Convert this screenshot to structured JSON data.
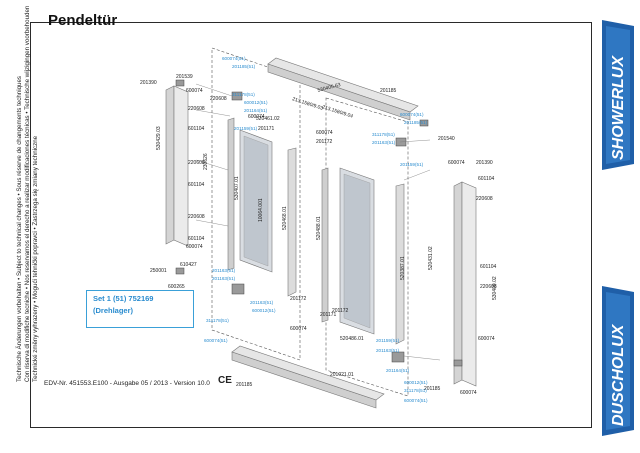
{
  "title": "Pendeltür",
  "notes": [
    "Technische Änderungen vorbehalten • Subject to technical changes • Sous réserve de changements techniques",
    "Con riserva di modifiche tecniche • Nos reservamos el derecho a realizar modificaciones técnicas • Technische wijzigingen voorbehouden",
    "Technické změny vyhrazeny • Mogući tehnički popravci • Zastrzega się zmiany techniczne"
  ],
  "set": {
    "line1": "Set 1 (51) 752169",
    "line2": "(Drehlager)"
  },
  "footer": "EDV-Nr. 451553.E100 - Ausgabe 05 / 2013 - Version 10.0",
  "ce_mark": "CE",
  "brands": {
    "top": "SHOWERLUX",
    "bottom": "DUSCHOLUX"
  },
  "colors": {
    "accent_blue": "#2a8ccf",
    "brand_blue": "#1f5fa8"
  },
  "parts_black": [
    "201390",
    "201539",
    "600074",
    "220608",
    "601104",
    "230626",
    "530429.03",
    "220608",
    "601104",
    "220608",
    "601104",
    "600074",
    "610427",
    "250001",
    "600265",
    "220608",
    "600074",
    "201171",
    "530405.63",
    "213.1580/9.03",
    "213.1580/9.04",
    "201185",
    "600074",
    "201172",
    "520461.02",
    "10064.001",
    "520468.01",
    "530407.01",
    "201172",
    "201171",
    "520488.01",
    "530409.02",
    "520431.02",
    "520387.01",
    "201540",
    "600074",
    "201390",
    "601104",
    "220608",
    "601104",
    "220608",
    "600074",
    "201185",
    "201185",
    "600074",
    "520486.01",
    "201021.01",
    "600074",
    "201172"
  ],
  "parts_blue": [
    "600074(51)",
    "201185(51)",
    "311178(51)",
    "600012(51)",
    "201164(51)",
    "201159(51)",
    "600074(51)",
    "201185(51)",
    "311178(51)",
    "201163(51)",
    "201159(51)",
    "201163(51)",
    "201163(51)",
    "311178(51)",
    "600074(51)",
    "201163(51)",
    "600012(51)",
    "201159(51)",
    "201163(51)",
    "201164(51)",
    "600012(51)",
    "311178(51)",
    "600074(51)"
  ]
}
